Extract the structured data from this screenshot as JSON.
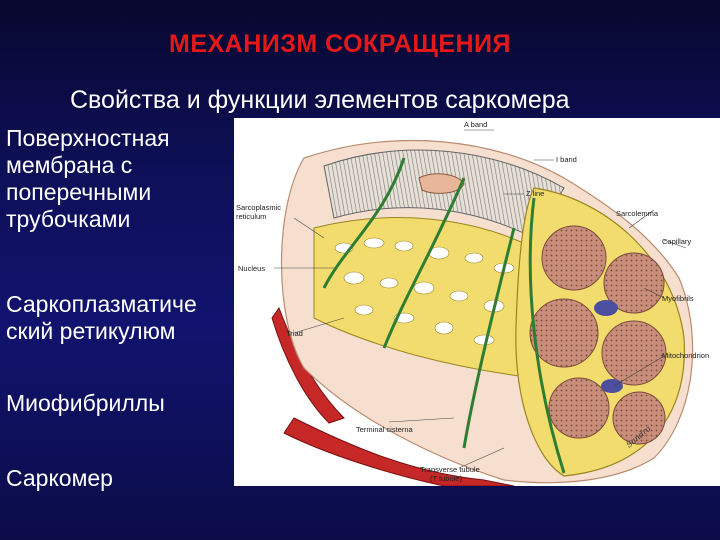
{
  "slide": {
    "title": "МЕХАНИЗМ СОКРАЩЕНИЯ",
    "subtitle": "Свойства и функции элементов саркомера"
  },
  "side_labels": [
    {
      "text": "Поверхностная\nмембрана с\nпоперечными\nтрубочками"
    },
    {
      "text": "Саркоплазматиче\nский ретикулюм"
    },
    {
      "text": "Миофибриллы"
    },
    {
      "text": "Саркомер"
    }
  ],
  "diagram": {
    "annotations": {
      "a_band": "A band",
      "i_band": "I band",
      "z_line": "Z line",
      "sarcoplasmic_reticulum_1": "Sarcoplasmic",
      "sarcoplasmic_reticulum_2": "reticulum",
      "sarcolemma": "Sarcolemma",
      "capillary": "Capillary",
      "nucleus": "Nucleus",
      "myofibrils": "Myofibrils",
      "triad": "Triad",
      "mitochondrion": "Mitochondrion",
      "terminal_cisterna": "Terminal cisterna",
      "transverse_tubule_1": "Transverse tubule",
      "transverse_tubule_2": "(T tubule)"
    },
    "signature": "Sandra",
    "colors": {
      "myofibril": "#c98e7a",
      "reticulum": "#f2dc6e",
      "t_tubule": "#2e7d32",
      "capillary": "#c62828",
      "mitochondrion": "#4b4f9e",
      "sarcolemma": "#f6dfcf"
    }
  }
}
